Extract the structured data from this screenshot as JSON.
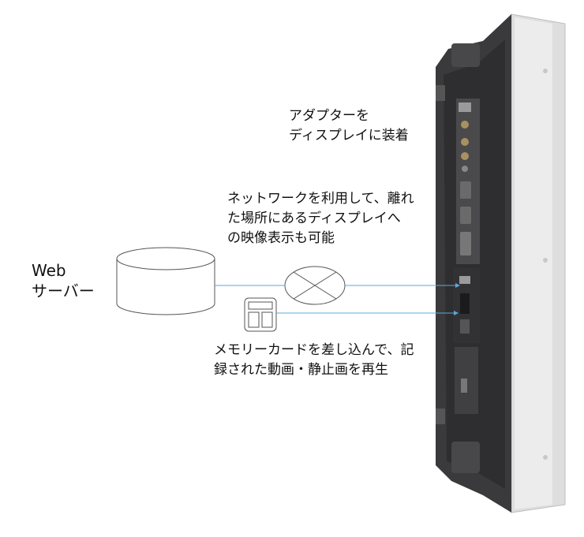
{
  "labels": {
    "web_server": [
      "Web",
      "サーバー"
    ],
    "adapter": [
      "アダプターを",
      "ディスプレイに装着"
    ],
    "network": [
      "ネットワークを利用して、離れ",
      "た場所にあるディスプレイへ",
      "の映像表示も可能"
    ],
    "memory_card": [
      "メモリーカードを差し込んで、記",
      "録された動画・静止画を再生"
    ]
  },
  "colors": {
    "connector_line": "#5aa8d8",
    "outline": "#555555",
    "panel_body": "#3c3c3e",
    "panel_frame": "#d8d8d8"
  },
  "icons": {
    "server": "database-cylinder-icon",
    "network": "network-cross-ellipse-icon",
    "memory_card": "memory-card-slot-icon"
  }
}
